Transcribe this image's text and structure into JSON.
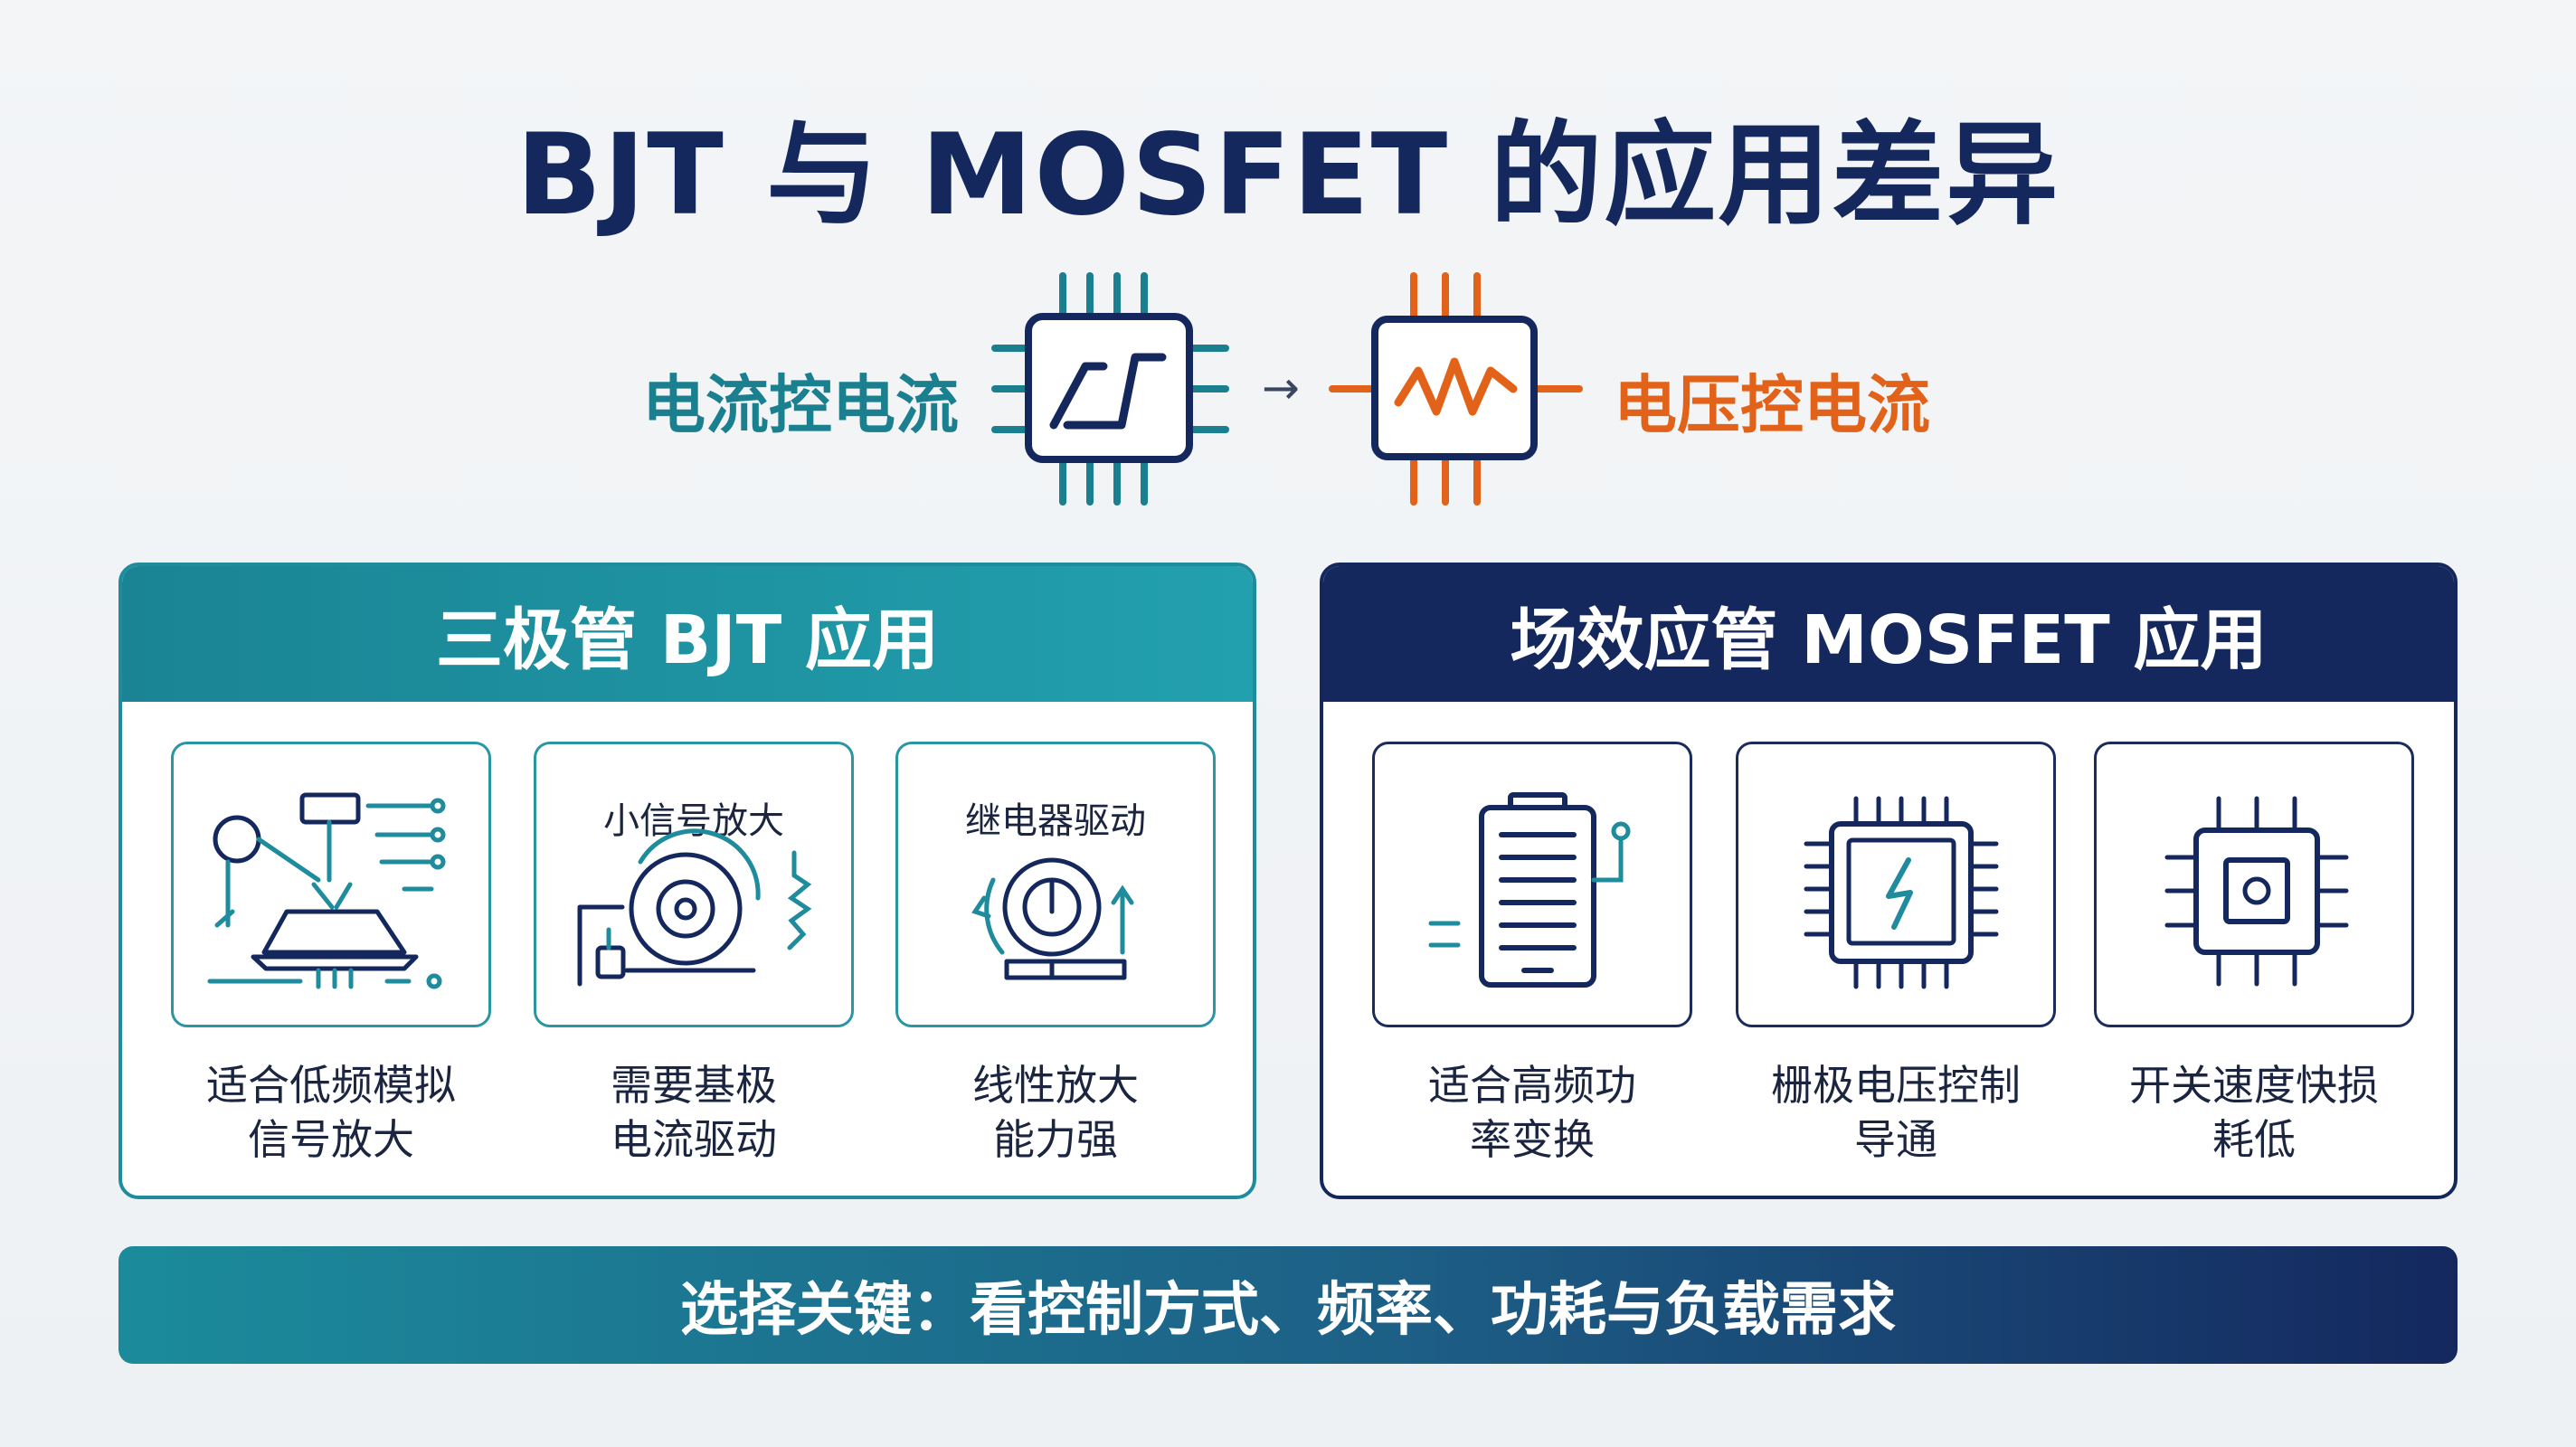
{
  "title": "BJT 与 MOSFET 的应用差异",
  "control": {
    "left_label": "电流控电流",
    "arrow": "→",
    "right_label": "电压控电流"
  },
  "colors": {
    "teal": "#1f8c9d",
    "navy": "#14285e",
    "orange": "#e2621a"
  },
  "bjt": {
    "heading": "三极管 BJT 应用",
    "cards": [
      {
        "title": "",
        "caption_line1": "适合低频模拟",
        "caption_line2": "信号放大",
        "icon": "analog-circuit-icon"
      },
      {
        "title": "小信号放大",
        "caption_line1": "需要基极",
        "caption_line2": "电流驱动",
        "icon": "signal-amplifier-icon"
      },
      {
        "title": "继电器驱动",
        "caption_line1": "线性放大",
        "caption_line2": "能力强",
        "icon": "relay-icon"
      }
    ]
  },
  "mosfet": {
    "heading": "场效应管 MOSFET 应用",
    "cards": [
      {
        "caption_line1": "适合高频功",
        "caption_line2": "率变换",
        "icon": "battery-icon"
      },
      {
        "caption_line1": "栅极电压控制",
        "caption_line2": "导通",
        "icon": "gate-chip-icon"
      },
      {
        "caption_line1": "开关速度快损",
        "caption_line2": "耗低",
        "icon": "switch-chip-icon"
      }
    ]
  },
  "footer": "选择关键：看控制方式、频率、功耗与负载需求"
}
